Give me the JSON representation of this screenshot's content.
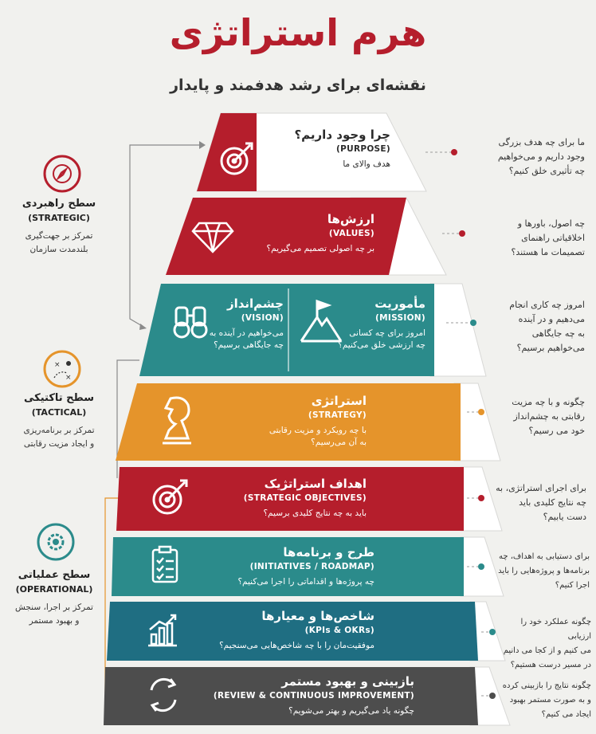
{
  "header": {
    "title": "هرم استراتژی",
    "subtitle": "نقشه‌ای برای رشد هدفمند و پایدار"
  },
  "colors": {
    "red": "#b51e2c",
    "teal": "#2b8b8b",
    "orange": "#e5942b",
    "darkgray": "#4d4d4d",
    "paper": "#efefec"
  },
  "levels": [
    {
      "title": "سطح راهبردی",
      "en": "(STRATEGIC)",
      "desc_lines": [
        "تمرکز بر جهت‌گیری",
        "بلندمدت سازمان"
      ],
      "icon": "compass-icon"
    },
    {
      "title": "سطح تاکتیکی",
      "en": "(TACTICAL)",
      "desc_lines": [
        "تمرکز بر برنامه‌ریزی",
        "و ایجاد مزیت رقابتی"
      ],
      "icon": "tactics-icon"
    },
    {
      "title": "سطح عملیاتی",
      "en": "(OPERATIONAL)",
      "desc_lines": [
        "تمرکز بر اجرا، سنجش",
        "و بهبود مستمر"
      ],
      "icon": "gear-icon"
    }
  ],
  "tiers": {
    "purpose": {
      "title": "چرا وجود داریم؟",
      "en": "(PURPOSE)",
      "desc": "هدف والای ما",
      "icon": "target-arrow-icon"
    },
    "values": {
      "title": "ارزش‌ها",
      "en": "(VALUES)",
      "desc": "بر چه اصولی تصمیم می‌گیریم؟",
      "icon": "diamond-icon"
    },
    "vision": {
      "title": "چشم‌انداز",
      "en": "(VISION)",
      "desc_lines": [
        "می‌خواهیم در آینده به",
        "چه جایگاهی برسیم؟"
      ],
      "icon": "binoculars-icon"
    },
    "mission": {
      "title": "مأموریت",
      "en": "(MISSION)",
      "desc_lines": [
        "امروز برای چه کسانی",
        "چه ارزشی خلق می‌کنیم؟"
      ],
      "icon": "mountain-flag-icon"
    },
    "strategy": {
      "title": "استراتژی",
      "en": "(STRATEGY)",
      "desc_lines": [
        "با چه رویکرد و مزیت رقابتی",
        "به آن می‌رسیم؟"
      ],
      "icon": "chess-knight-icon"
    },
    "objectives": {
      "title": "اهداف استراتژیک",
      "en": "(STRATEGIC OBJECTIVES)",
      "desc": "باید به چه نتایج کلیدی برسیم؟",
      "icon": "target-icon"
    },
    "initiatives": {
      "title": "طرح و برنامه‌ها",
      "en": "(INITIATIVES / ROADMAP)",
      "desc": "چه پروژه‌ها و اقداماتی را اجرا می‌کنیم؟",
      "icon": "checklist-icon"
    },
    "kpis": {
      "title": "شاخص‌ها و معیارها",
      "en": "(KPIs & OKRs)",
      "desc": "موفقیت‌مان را با چه شاخص‌هایی می‌سنجیم؟",
      "icon": "bar-chart-icon"
    },
    "review": {
      "title": "بازبینی و بهبود مستمر",
      "en": "(REVIEW & CONTINUOUS IMPROVEMENT)",
      "desc": "چگونه یاد می‌گیریم و بهتر می‌شویم؟",
      "icon": "refresh-icon"
    }
  },
  "questions": [
    {
      "lines": [
        "ما برای چه هدف بزرگی",
        "وجود داریم و می‌خواهیم",
        "چه تأثیری خلق کنیم؟"
      ],
      "dot": "#b51e2c"
    },
    {
      "lines": [
        "چه اصول، باورها و",
        "اخلاقیاتی راهنمای",
        "تصمیمات ما هستند؟"
      ],
      "dot": "#b51e2c"
    },
    {
      "lines": [
        "امروز چه کاری انجام",
        "می‌دهیم و در آینده",
        "به چه جایگاهی",
        "می‌خواهیم برسیم؟"
      ],
      "dot": "#2b8b8b"
    },
    {
      "lines": [
        "چگونه و با چه مزیت",
        "رقابتی به چشم‌انداز",
        "خود می رسیم؟"
      ],
      "dot": "#e5942b"
    },
    {
      "lines": [
        "برای اجرای استراتژی، به",
        "چه نتایج کلیدی باید",
        "دست یابیم؟"
      ],
      "dot": "#b51e2c"
    },
    {
      "lines": [
        "برای دستیابی به اهداف، چه",
        "برنامه‌ها و پروژه‌هایی را باید",
        "اجرا کنیم؟"
      ],
      "dot": "#2b8b8b"
    },
    {
      "lines": [
        "چگونه عملکرد خود را ارزیابی",
        "می کنیم و از کجا می دانیم",
        "در مسیر درست هستیم؟"
      ],
      "dot": "#2b8b8b"
    },
    {
      "lines": [
        "چگونه نتایج را بازبینی کرده",
        "و به صورت مستمر بهبود",
        "ایجاد می کنیم؟"
      ],
      "dot": "#4d4d4d"
    }
  ]
}
